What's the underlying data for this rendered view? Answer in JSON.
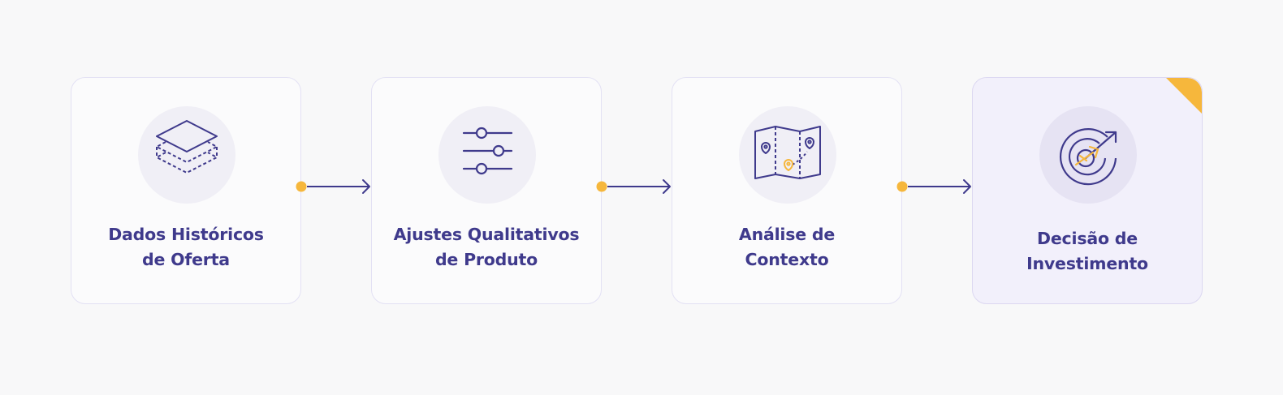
{
  "steps": [
    {
      "line1": "Dados Históricos",
      "line2": "de Oferta",
      "icon": "layers-icon"
    },
    {
      "line1": "Ajustes Qualitativos",
      "line2": "de Produto",
      "icon": "sliders-icon"
    },
    {
      "line1": "Análise de",
      "line2": "Contexto",
      "icon": "map-icon"
    },
    {
      "line1": "Decisão de",
      "line2": "Investimento",
      "icon": "target-icon"
    }
  ],
  "colors": {
    "primary": "#3f3a8c",
    "accent": "#f6b73c",
    "card_border": "#e3e1f4",
    "final_card_background": "#f2f0fb"
  }
}
